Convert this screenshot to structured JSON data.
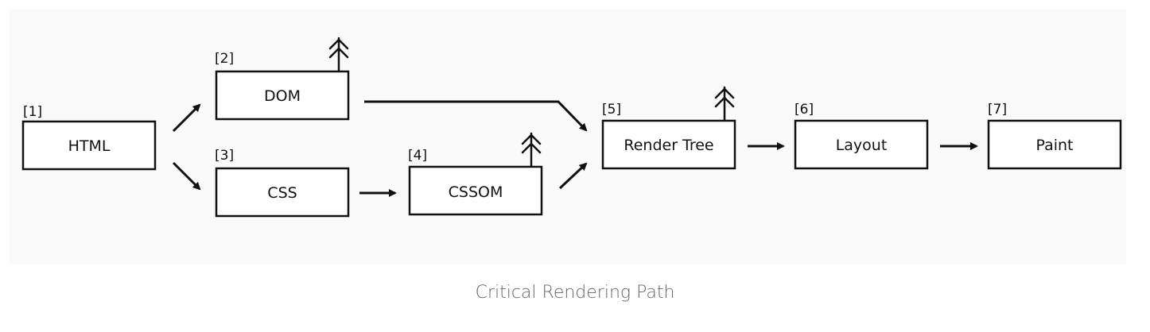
{
  "nodes": [
    {
      "id": "html",
      "step": "[1]",
      "label": "HTML"
    },
    {
      "id": "dom",
      "step": "[2]",
      "label": "DOM"
    },
    {
      "id": "css",
      "step": "[3]",
      "label": "CSS"
    },
    {
      "id": "cssom",
      "step": "[4]",
      "label": "CSSOM"
    },
    {
      "id": "render",
      "step": "[5]",
      "label": "Render Tree"
    },
    {
      "id": "layout",
      "step": "[6]",
      "label": "Layout"
    },
    {
      "id": "paint",
      "step": "[7]",
      "label": "Paint"
    }
  ],
  "edges": [
    [
      "html",
      "dom"
    ],
    [
      "html",
      "css"
    ],
    [
      "css",
      "cssom"
    ],
    [
      "dom",
      "render"
    ],
    [
      "cssom",
      "render"
    ],
    [
      "render",
      "layout"
    ],
    [
      "layout",
      "paint"
    ]
  ],
  "tree_icons": [
    "dom",
    "cssom",
    "render"
  ],
  "caption": "Critical Rendering Path"
}
